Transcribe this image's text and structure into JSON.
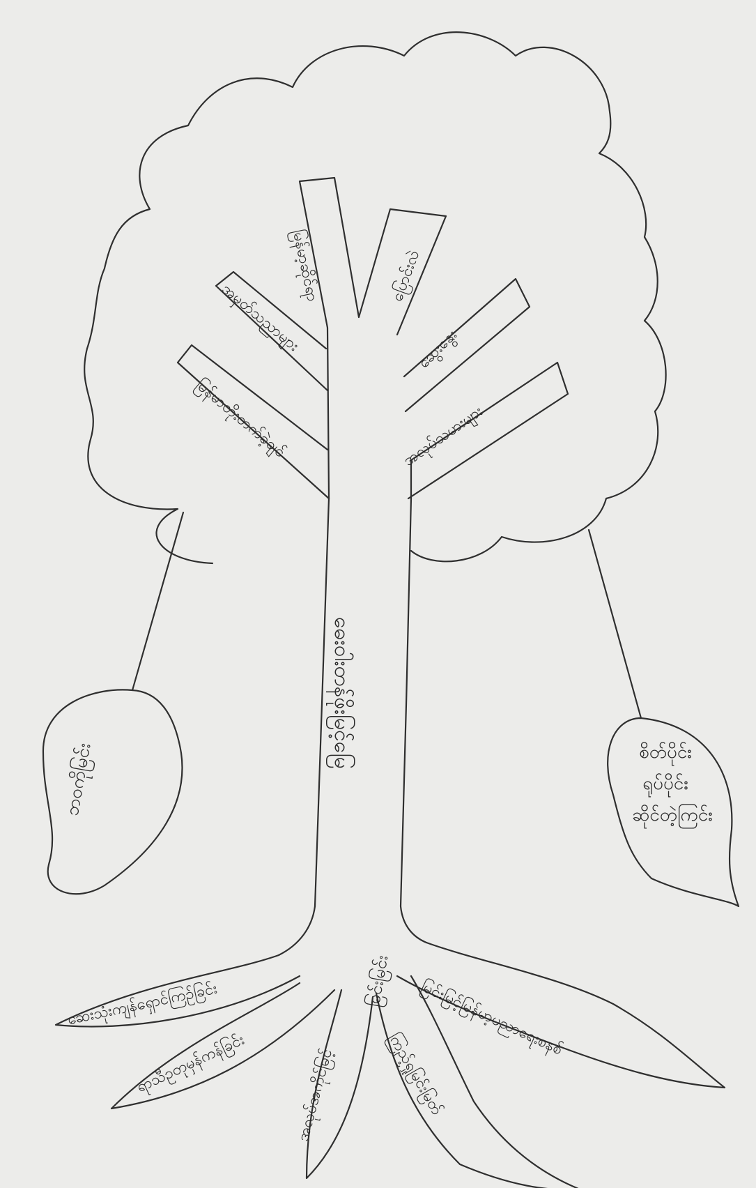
{
  "colors": {
    "paper": "#ececea",
    "ink": "#2f2f2f"
  },
  "trunk": {
    "text": "ဓေး၀ါးတန်ဖိုးမြင့်မြေ"
  },
  "branches": {
    "left_top": "မြန်မာ့ဆိုင်ရာ",
    "left_mid": "အမှတ်သညာများ",
    "left_low": "မြန်မာတိုးတက်ခဲ့ချင်",
    "right_top": "ပြောင်းလဲ",
    "right_mid": "ဆွေးနွေး",
    "right_low": "အလုပ်သမားများ"
  },
  "fruits": {
    "left": "ဘဝကိုမြင်း",
    "right_line1": "စိတ်ပိုင်း",
    "right_line2": "ရုပ်ပိုင်း",
    "right_line3": "ဆိုင်တဲ့ကြင်း"
  },
  "roots": {
    "r1": "ဆေးသုံးကျန်ရှောင်ကြဉ်ခြင်း",
    "r2": "ရာသီဥတုမှန်ကန်ခြင်း",
    "r3": "အလုပ်အကိုင်မြင့်",
    "r4": "မြင်းမြင်း",
    "r5": "ကြည့်ရှုမြင်းမြတ်",
    "r6": "မြင်းမြင့်မြန်မာ့ပညာရေးစနစ်"
  }
}
